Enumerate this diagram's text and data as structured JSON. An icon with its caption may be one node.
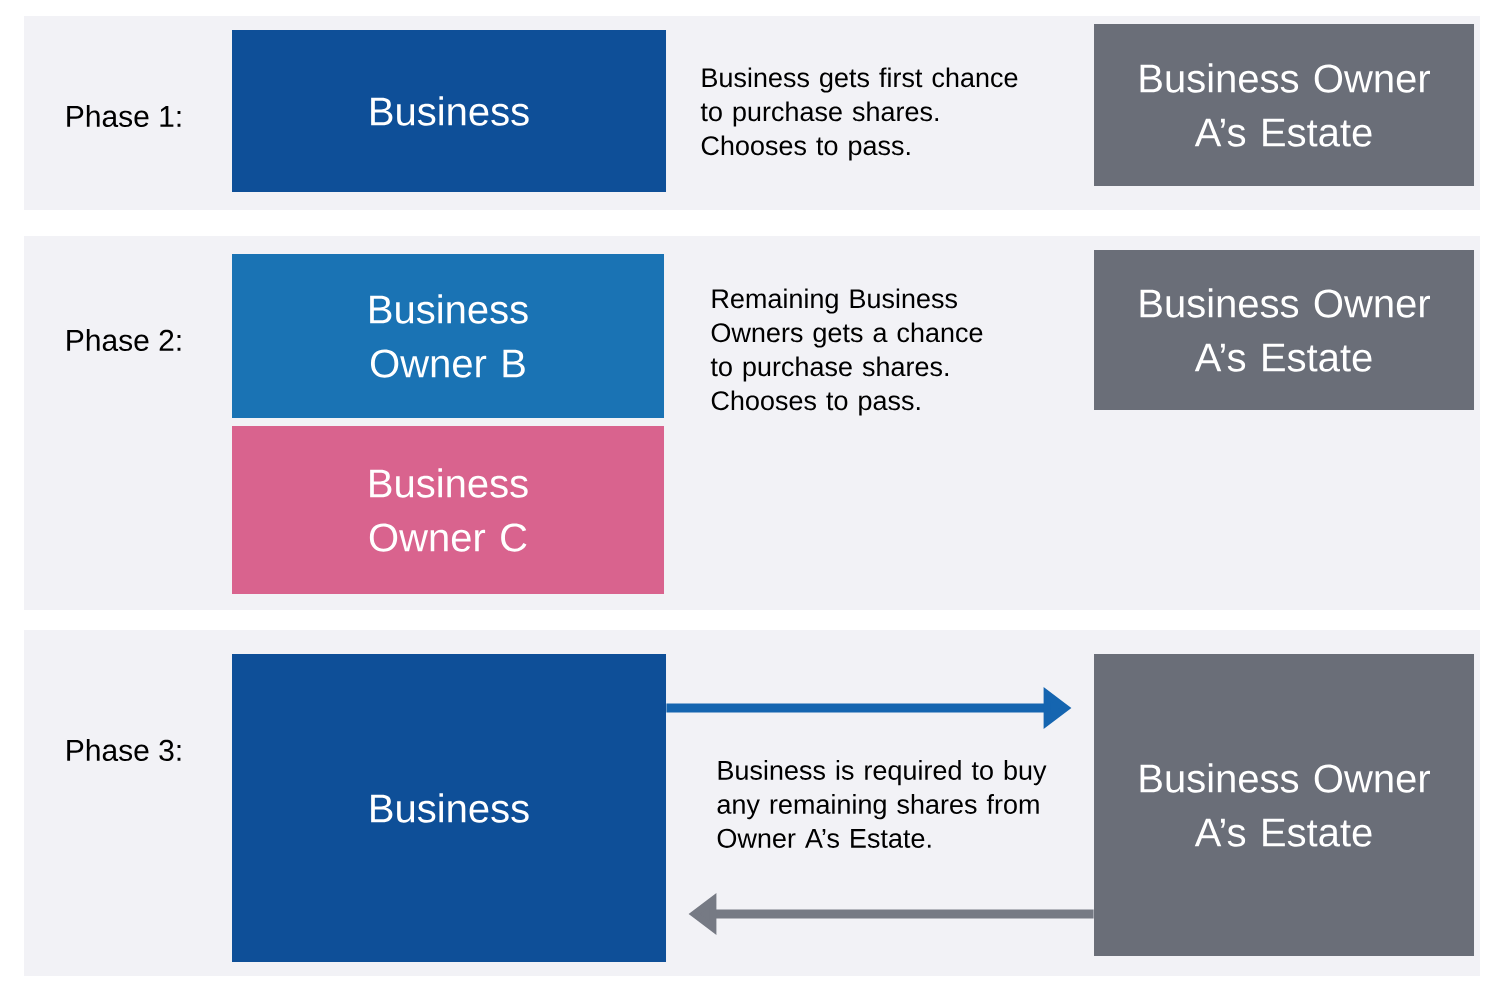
{
  "diagram": {
    "nodes": [
      {
        "text": [
          "Phase 1:",
          "Business gets first chance to purchase shares. Chooses to pass."
        ]
      },
      {
        "text": [
          "Business"
        ],
        "in": 0
      },
      {
        "text": [
          "Business Owner A’s Estate"
        ],
        "in": 0
      },
      {
        "text": [
          "Phase 2:",
          "Remaining Business Owners gets a chance to purchase shares. Chooses to pass."
        ]
      },
      {
        "text": [
          "Business Owner B"
        ],
        "in": 3
      },
      {
        "text": [
          "Business Owner C"
        ],
        "in": 3
      },
      {
        "text": [
          "Business Owner A’s Estate"
        ],
        "in": 3
      },
      {
        "text": [
          "Phase 3:",
          "Business is required to buy any remaining shares from Owner A’s Estate."
        ]
      },
      {
        "text": [
          "Business"
        ],
        "in": 7
      },
      {
        "text": [
          "Business Owner A’s Estate"
        ],
        "in": 7
      }
    ],
    "edges": [
      {
        "from": 8,
        "to": 9,
        "arrow": "to",
        "color": "#1565b0"
      },
      {
        "from": 9,
        "to": 8,
        "arrow": "to",
        "color": "#767a84"
      }
    ]
  }
}
